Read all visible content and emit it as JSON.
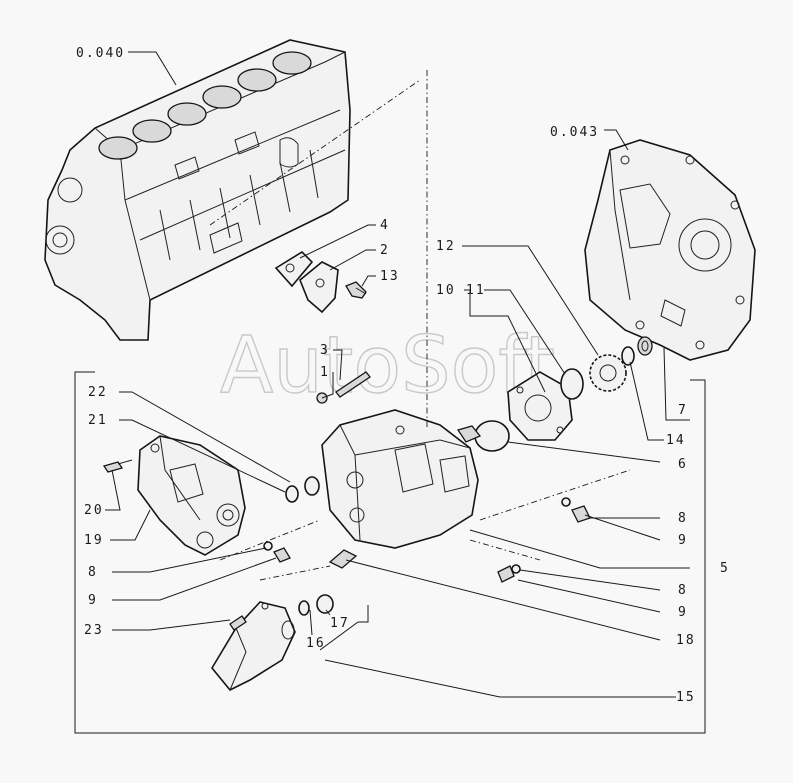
{
  "watermark": "AutoSoft",
  "callouts": {
    "c040": "0.040",
    "c043": "0.043",
    "c2": "2",
    "c3": "3",
    "c4": "4",
    "c5": "5",
    "c6": "6",
    "c7": "7",
    "c8a": "8",
    "c8b": "8",
    "c8c": "8",
    "c9a": "9",
    "c9b": "9",
    "c9c": "9",
    "c10": "10",
    "c11": "11",
    "c12": "12",
    "c13": "13",
    "c14": "14",
    "c15": "15",
    "c16": "16",
    "c17": "17",
    "c18": "18",
    "c19": "19",
    "c20": "20",
    "c21": "21",
    "c22": "22",
    "c23": "23"
  }
}
